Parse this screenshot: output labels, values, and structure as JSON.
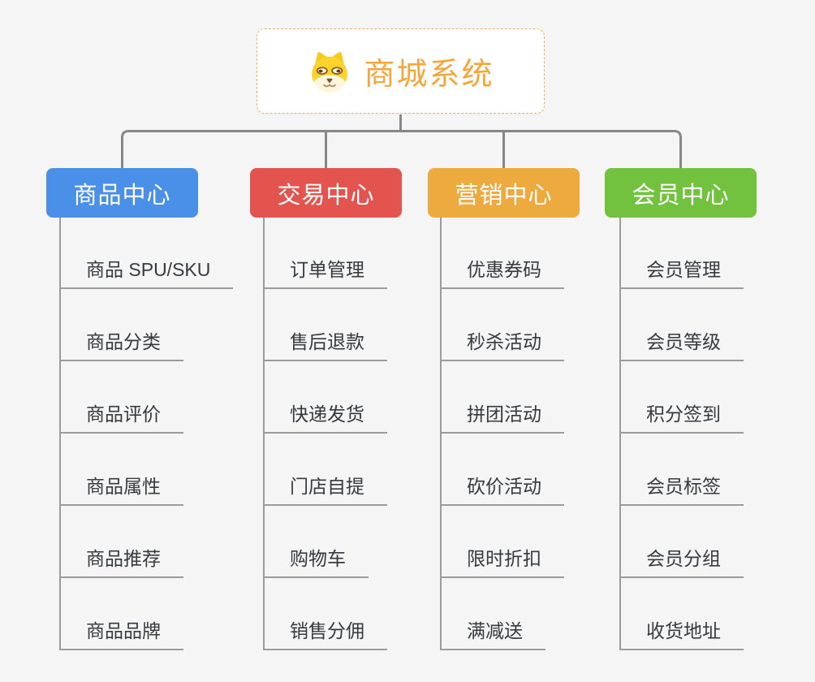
{
  "page": {
    "background": "#f5f5f6"
  },
  "root": {
    "title": "商城系统",
    "icon": "shiba-dog-icon",
    "text_color": "#f5a63b",
    "border_color": "#f0b45f",
    "fill": "#ffffff"
  },
  "connectors": {
    "main_color": "#878787",
    "child_color": "#9b9b9b"
  },
  "branches": [
    {
      "label": "商品中心",
      "color": "#4a90e8",
      "text_color": "#ffffff",
      "children": [
        "商品 SPU/SKU",
        "商品分类",
        "商品评价",
        "商品属性",
        "商品推荐",
        "商品品牌"
      ]
    },
    {
      "label": "交易中心",
      "color": "#e4544f",
      "text_color": "#ffffff",
      "children": [
        "订单管理",
        "售后退款",
        "快递发货",
        "门店自提",
        "购物车",
        "销售分佣"
      ]
    },
    {
      "label": "营销中心",
      "color": "#edaa3e",
      "text_color": "#ffffff",
      "children": [
        "优惠券码",
        "秒杀活动",
        "拼团活动",
        "砍价活动",
        "限时折扣",
        "满减送"
      ]
    },
    {
      "label": "会员中心",
      "color": "#72c23f",
      "text_color": "#ffffff",
      "children": [
        "会员管理",
        "会员等级",
        "积分签到",
        "会员标签",
        "会员分组",
        "收货地址"
      ]
    }
  ]
}
